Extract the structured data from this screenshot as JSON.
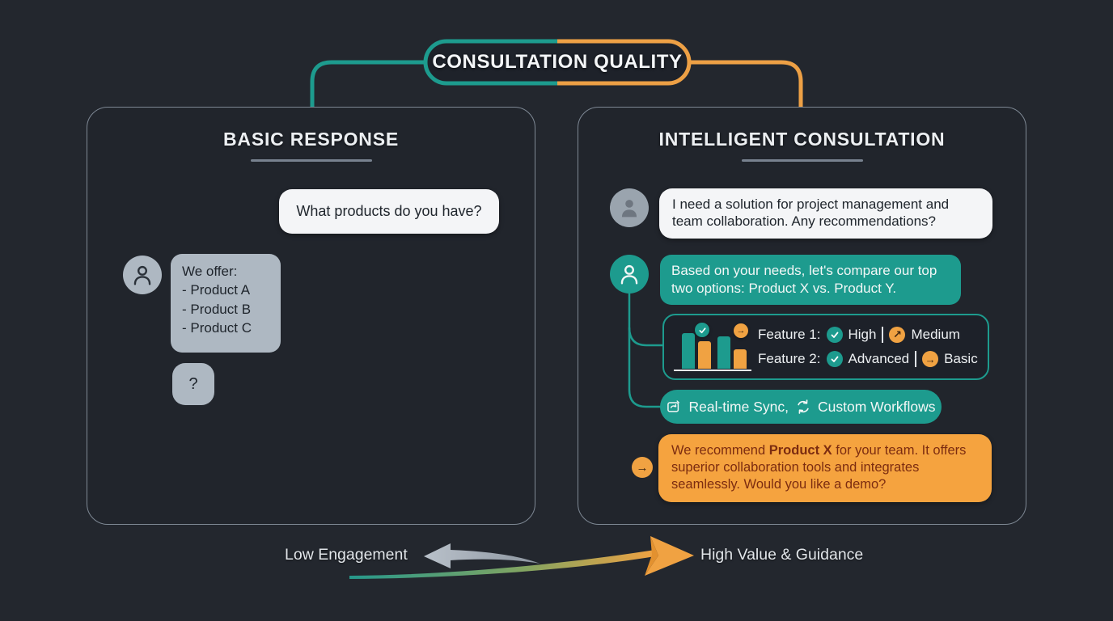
{
  "title": "CONSULTATION QUALITY",
  "left_panel": {
    "heading": "BASIC RESPONSE",
    "user_message": "What products do you have?",
    "agent_message": "We offer:\n- Product A\n- Product B\n- Product C",
    "followup": "?"
  },
  "right_panel": {
    "heading": "INTELLIGENT CONSULTATION",
    "user_message": "I need a solution for project management and team collaboration. Any recommendations?",
    "agent_message": "Based on your needs, let's compare our top two options: Product X vs. Product Y.",
    "features": [
      {
        "label": "Feature 1:",
        "primary": "High",
        "secondary": "Medium"
      },
      {
        "label": "Feature 2:",
        "primary": "Advanced",
        "secondary": "Basic"
      }
    ],
    "capabilities": {
      "first": "Real-time Sync,",
      "second": "Custom Workflows"
    },
    "recommendation": {
      "pre": "We recommend ",
      "product": "Product X",
      "post": " for your team. It offers superior collaboration tools and integrates seamlessly. Would you like a demo?"
    }
  },
  "footer": {
    "left": "Low Engagement",
    "right": "High Value & Guidance"
  },
  "colors": {
    "teal": "#1d9b8e",
    "orange": "#f0a242",
    "background": "#23272e",
    "panel_border": "#7e8894"
  }
}
